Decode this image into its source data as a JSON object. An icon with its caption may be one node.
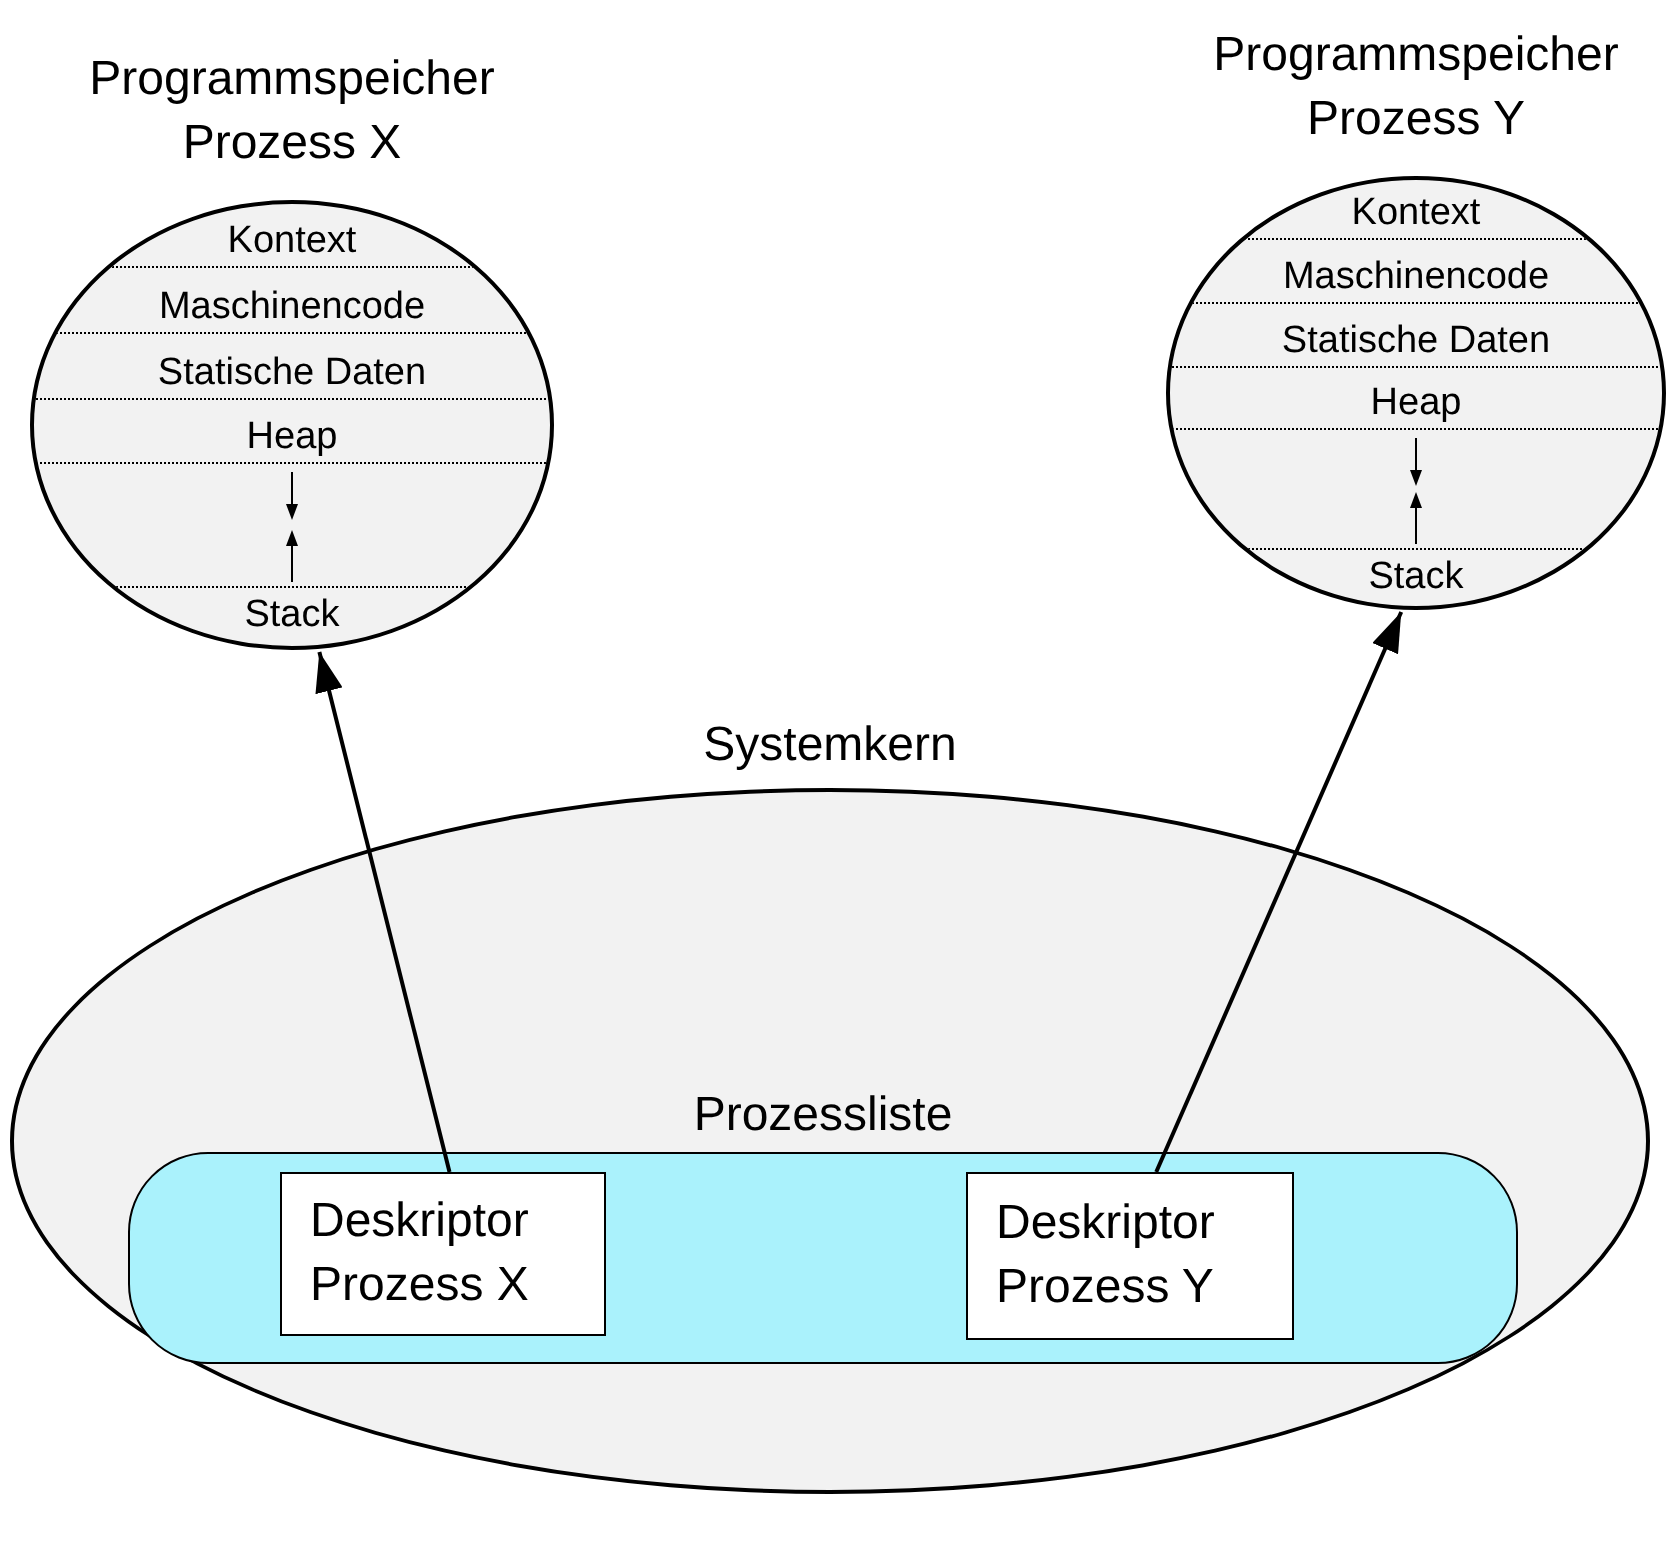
{
  "diagram": {
    "nodes": [
      {
        "text": [
          "Programmspeicher Prozess X"
        ]
      },
      {
        "text": [
          "Kontext"
        ],
        "in": 0
      },
      {
        "text": [
          "Maschinencode"
        ],
        "in": 0
      },
      {
        "text": [
          "Statische Daten"
        ],
        "in": 0
      },
      {
        "text": [
          "Heap"
        ],
        "in": 0
      },
      {
        "text": [
          "Stack"
        ],
        "in": 0
      },
      {
        "text": [
          "Programmspeicher Prozess Y"
        ]
      },
      {
        "text": [
          "Kontext"
        ],
        "in": 6
      },
      {
        "text": [
          "Maschinencode"
        ],
        "in": 6
      },
      {
        "text": [
          "Statische Daten"
        ],
        "in": 6
      },
      {
        "text": [
          "Heap"
        ],
        "in": 6
      },
      {
        "text": [
          "Stack"
        ],
        "in": 6
      },
      {
        "text": [
          "Systemkern"
        ]
      },
      {
        "text": [
          "Prozessliste"
        ],
        "in": 12
      },
      {
        "text": [
          "Deskriptor Prozess X"
        ],
        "in": 13
      },
      {
        "text": [
          "Deskriptor Prozess Y"
        ],
        "in": 13
      }
    ],
    "edges": [
      {
        "from": 14,
        "to": 5,
        "arrow": "to"
      },
      {
        "from": 15,
        "to": 11,
        "arrow": "to"
      }
    ]
  }
}
